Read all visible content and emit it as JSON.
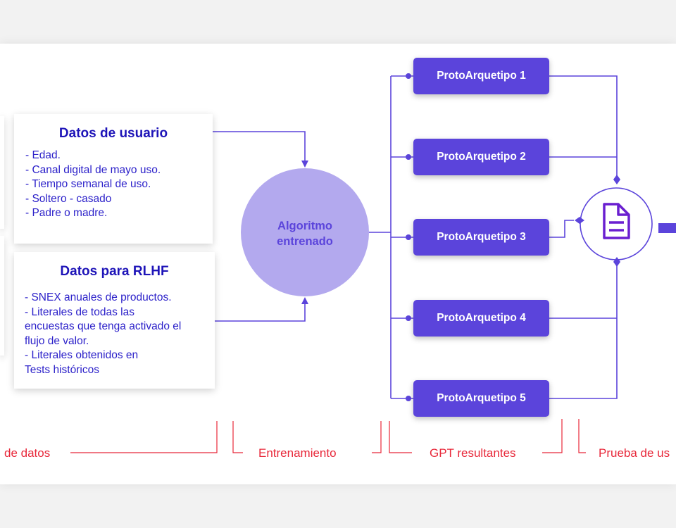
{
  "cards": [
    {
      "title": "Datos de usuario",
      "items": [
        "- Edad.",
        "- Canal digital de mayo uso.",
        "- Tiempo semanal de uso.",
        "- Soltero - casado",
        "- Padre o madre."
      ]
    },
    {
      "title": "Datos para RLHF",
      "items": [
        "- SNEX anuales de productos.",
        "- Literales de todas las",
        "encuestas que tenga activado el",
        "flujo de valor.",
        "- Literales obtenidos en",
        "Tests históricos"
      ]
    }
  ],
  "algorithm": {
    "line1": "Algoritmo",
    "line2": "entrenado"
  },
  "protos": [
    "ProtoArquetipo 1",
    "ProtoArquetipo 2",
    "ProtoArquetipo 3",
    "ProtoArquetipo 4",
    "ProtoArquetipo 5"
  ],
  "stages": [
    "de datos",
    "Entrenamiento",
    "GPT resultantes",
    "Prueba de us"
  ],
  "colors": {
    "accent": "#5b44db",
    "text": "#1e14b8",
    "stage": "#e8283a",
    "circle": "#b3a9ee"
  }
}
